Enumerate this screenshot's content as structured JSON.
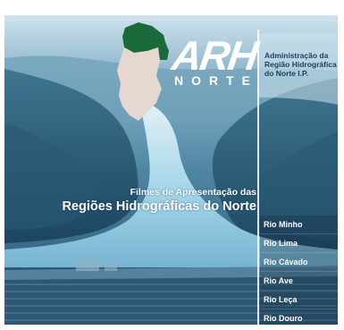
{
  "logo": {
    "arh": "ARH",
    "norte": "NORTE"
  },
  "org_name": [
    "Administração da",
    "Região Hidrográfica",
    "do Norte I.P."
  ],
  "tagline": {
    "line1": "Filmes de Apresentação das",
    "line2": "Regiões Hidrográficas do Norte"
  },
  "menu": [
    {
      "label": "Rio Minho"
    },
    {
      "label": "Rio Lima"
    },
    {
      "label": "Rio Cávado"
    },
    {
      "label": "Rio Ave"
    },
    {
      "label": "Rio Leça"
    },
    {
      "label": "Rio Douro"
    }
  ],
  "colors": {
    "map_green": "#1a6a3a",
    "map_pink": "#e6d7d1",
    "org_text": "#1b3f5c",
    "water": "#9fd0e6"
  }
}
